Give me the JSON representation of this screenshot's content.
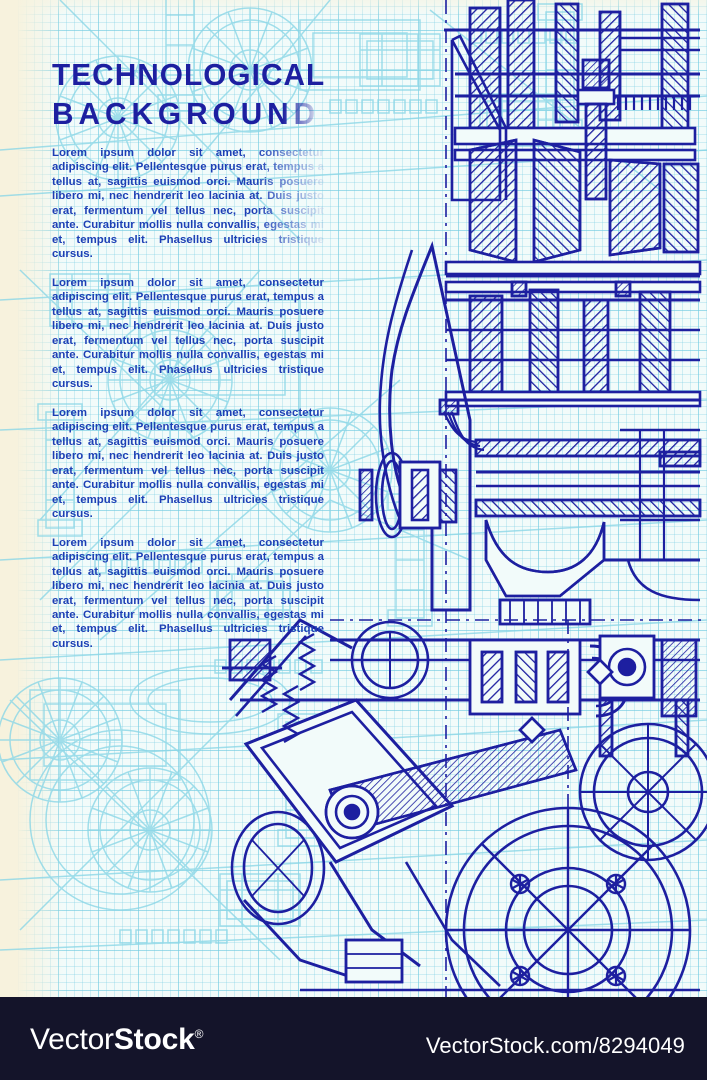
{
  "poster": {
    "title_line1": "TECHNOLOGICAL",
    "title_line2": "BACKGROUND",
    "body_paragraph": "Lorem ipsum dolor sit amet, consectetur adipiscing elit. Pellentesque purus erat, tempus a tellus at, sagittis euismod orci. Mauris posuere libero mi, nec hendrerit leo lacinia at. Duis justo erat, fermentum vel tellus nec, porta suscipit ante. Curabitur mollis nulla convallis, egestas mi et, tempus elit. Phasellus ultricies tristique cursus.",
    "paragraphs": [
      "Lorem ipsum dolor sit amet, consectetur adipiscing elit. Pellentesque purus erat, tempus a tellus at, sagittis euismod orci. Mauris posuere libero mi, nec hendrerit leo lacinia at. Duis justo erat, fermentum vel tellus nec, porta suscipit ante. Curabitur mollis nulla convallis, egestas mi et, tempus elit. Phasellus ultricies tristique cursus.",
      "Lorem ipsum dolor sit amet, consectetur adipiscing elit. Pellentesque purus erat, tempus a tellus at, sagittis euismod orci. Mauris posuere libero mi, nec hendrerit leo lacinia at. Duis justo erat, fermentum vel tellus nec, porta suscipit ante. Curabitur mollis nulla convallis, egestas mi et, tempus elit. Phasellus ultricies tristique cursus.",
      "Lorem ipsum dolor sit amet, consectetur adipiscing elit. Pellentesque purus erat, tempus a tellus at, sagittis euismod orci. Mauris posuere libero mi, nec hendrerit leo lacinia at. Duis justo erat, fermentum vel tellus nec, porta suscipit ante. Curabitur mollis nulla convallis, egestas mi et, tempus elit. Phasellus ultricies tristique cursus.",
      "Lorem ipsum dolor sit amet, consectetur adipiscing elit. Pellentesque purus erat, tempus a tellus at, sagittis euismod orci. Mauris posuere libero mi, nec hendrerit leo lacinia at. Duis justo erat, fermentum vel tellus nec, porta suscipit ante. Curabitur mollis nulla convallis, egestas mi et, tempus elit. Phasellus ultricies tristique cursus."
    ]
  },
  "artwork": {
    "subject": "engine-technical-cross-section-blueprint",
    "background_motif": "faint-machinery-line-drawings",
    "grid": "engineering-graph-paper"
  },
  "footer": {
    "logo_thin": "Vector",
    "logo_bold": "Stock",
    "logo_registered": "®",
    "url": "VectorStock.com/8294049"
  },
  "colors": {
    "paper": "#f7f2dd",
    "grid_sheet": "#f2fbfa",
    "grid_line": "#78cde1",
    "ink_dark": "#1d1fa0",
    "ink_body": "#1d3fb5",
    "footer_bg": "#14142a",
    "footer_text": "#ffffff"
  }
}
